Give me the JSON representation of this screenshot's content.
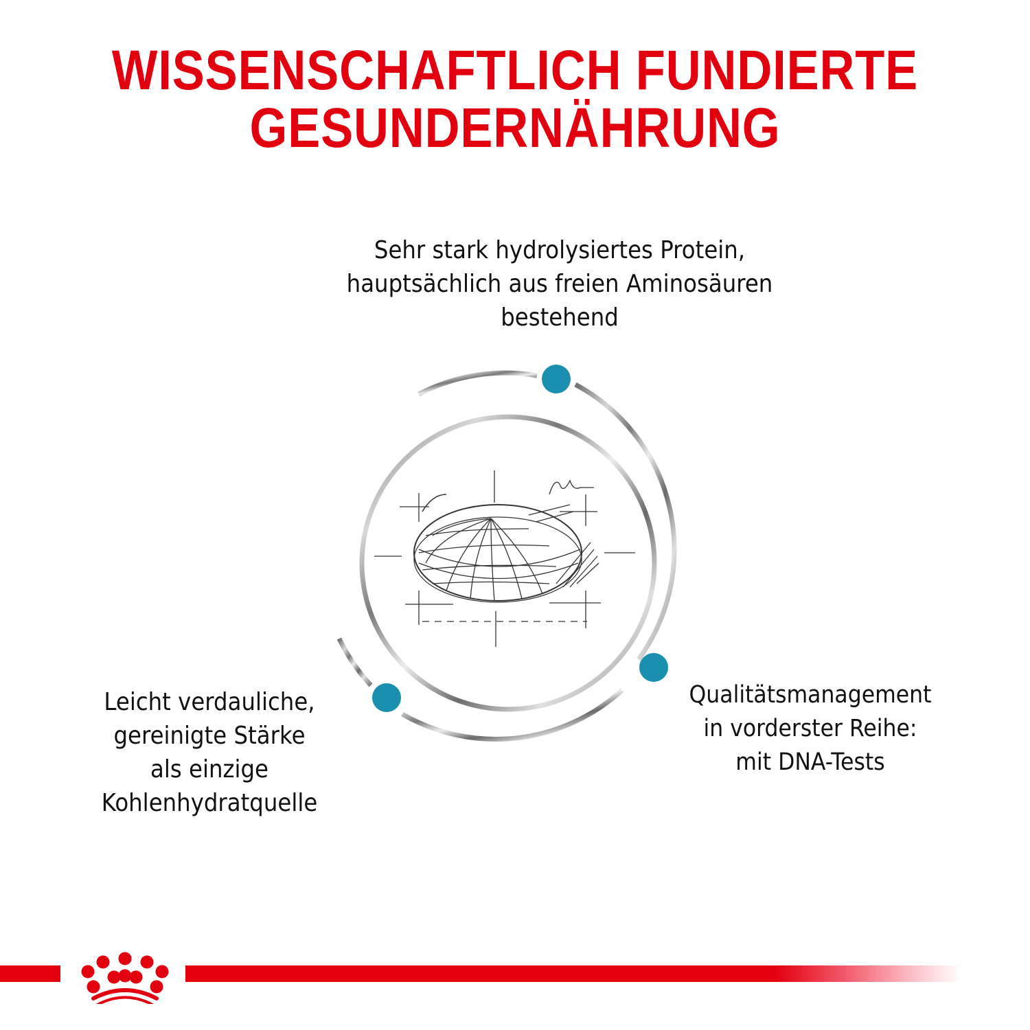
{
  "header": {
    "title_lines": [
      "WISSENSCHAFTLICH FUNDIERTE",
      "GESUNDERNÄHRUNG"
    ],
    "title_color": "#e2000f"
  },
  "features": {
    "top": {
      "lines": [
        "Sehr stark hydrolysiertes Protein,",
        "hauptsächlich aus freien Aminosäuren",
        "bestehend"
      ]
    },
    "left": {
      "lines": [
        "Leicht verdauliche,",
        "gereinigte Stärke",
        "als einzige",
        "Kohlenhydratquelle"
      ]
    },
    "right": {
      "lines": [
        "Qualitätsmanagement",
        "in vorderster Reihe:",
        "mit DNA-Tests"
      ]
    }
  },
  "diagram": {
    "center_image": "kibble-sketch-illustration",
    "marker_color": "#1a8fb0",
    "ring_color": "#8a8a8a"
  },
  "footer": {
    "brand_icon": "crown-logo-icon",
    "brand_color": "#e2000f"
  }
}
